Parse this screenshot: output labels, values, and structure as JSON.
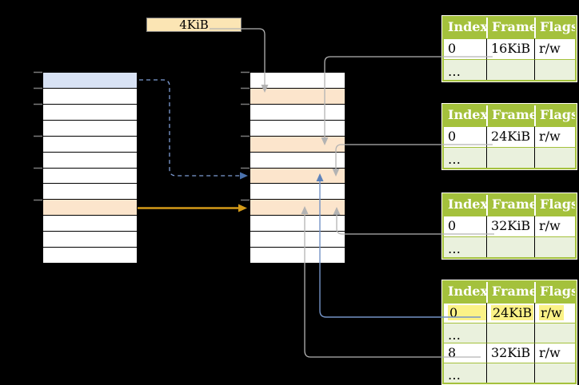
{
  "page_size_label": {
    "text": "4KiB"
  },
  "left_column": {
    "rows": 12,
    "blue_row_index": 0,
    "orange_row_index": 8,
    "tick_row_indices": [
      0,
      1,
      2,
      4,
      6,
      8
    ]
  },
  "middle_column": {
    "rows": 12,
    "orange_row_indices": [
      1,
      4,
      6,
      8
    ],
    "tick_row_indices": [
      0,
      1,
      2,
      4,
      6,
      8
    ]
  },
  "tables": [
    {
      "headers": [
        "Index",
        "Frame",
        "Flags"
      ],
      "rows": [
        {
          "cells": [
            "0",
            "16KiB",
            "r/w"
          ]
        },
        {
          "cells": [
            "…",
            "",
            ""
          ],
          "muted": true
        }
      ]
    },
    {
      "headers": [
        "Index",
        "Frame",
        "Flags"
      ],
      "rows": [
        {
          "cells": [
            "0",
            "24KiB",
            "r/w"
          ]
        },
        {
          "cells": [
            "…",
            "",
            ""
          ],
          "muted": true
        }
      ]
    },
    {
      "headers": [
        "Index",
        "Frame",
        "Flags"
      ],
      "rows": [
        {
          "cells": [
            "0",
            "32KiB",
            "r/w"
          ]
        },
        {
          "cells": [
            "…",
            "",
            ""
          ],
          "muted": true
        }
      ]
    },
    {
      "headers": [
        "Index",
        "Frame",
        "Flags"
      ],
      "rows": [
        {
          "cells": [
            "0",
            "24KiB",
            "r/w"
          ],
          "highlighted": true
        },
        {
          "cells": [
            "…",
            "",
            ""
          ],
          "muted": true
        },
        {
          "cells": [
            "8",
            "32KiB",
            "r/w"
          ]
        },
        {
          "cells": [
            "…",
            "",
            ""
          ],
          "muted": true
        }
      ]
    }
  ],
  "colors": {
    "background": "#000000",
    "row_white": "#ffffff",
    "row_blue": "#d8e2f4",
    "row_orange": "#fce5cc",
    "row_border": "#000000",
    "tick": "#7a7a7a",
    "label_box_fill": "#fbe5b4",
    "label_box_border": "#808080",
    "table_header_green": "#a4c13c",
    "table_border_green": "#a4c13c",
    "table_row_light_green": "#eaf1dd",
    "table_outline": "#fffdf5",
    "highlight_yellow": "#fbf287",
    "connector_gray": "#b3b3b3",
    "connector_blue": "#7493c6",
    "arrow_blue": "#5e82ba",
    "dashed_blue": "#7e9cd4",
    "dashed_arrow_blue": "#4a72ae",
    "arrow_gold": "#d49b19",
    "text_black": "#000000",
    "header_text": "#ffffff"
  }
}
